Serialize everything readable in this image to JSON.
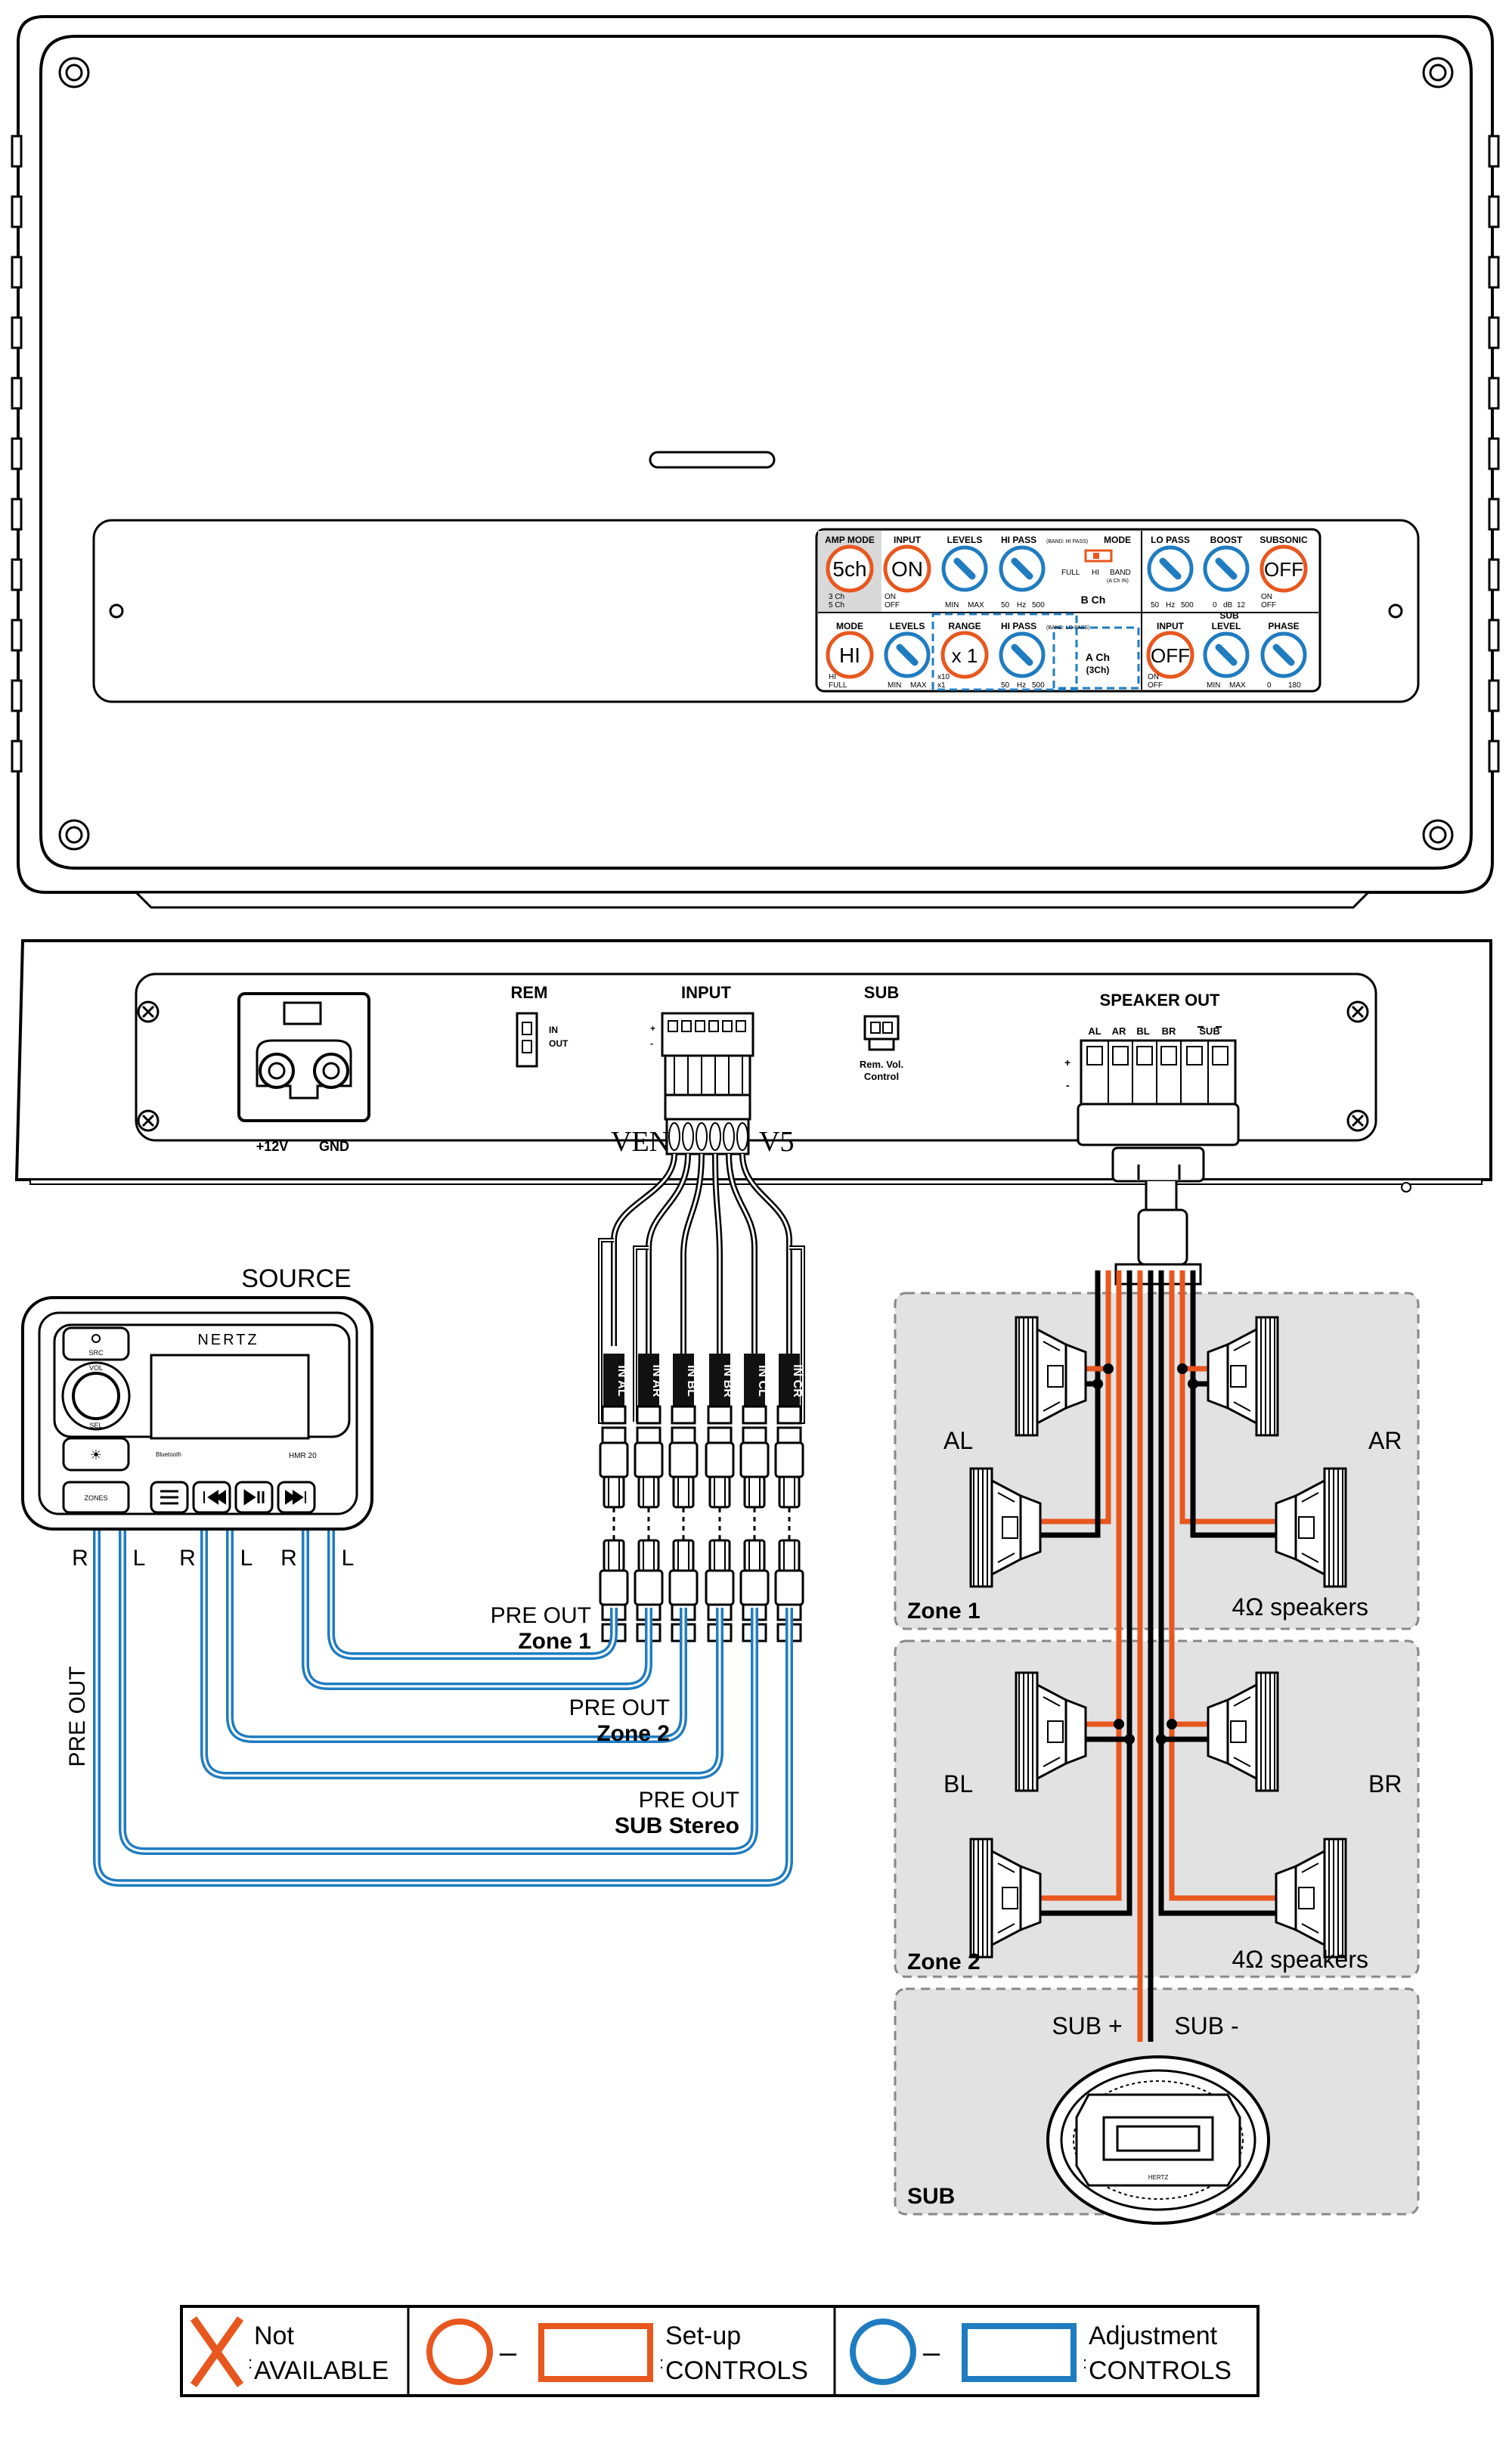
{
  "amp_panel": {
    "amp_mode": {
      "label": "AMP MODE",
      "value": "5ch",
      "opt1": "3 Ch",
      "opt2": "5 Ch"
    },
    "input": {
      "label": "INPUT",
      "value": "ON",
      "opt1": "ON",
      "opt2": "OFF"
    },
    "levels_b": {
      "label": "LEVELS",
      "min": "MIN",
      "max": "MAX"
    },
    "hipass_b": {
      "label": "HI PASS",
      "band": "(BAND: HI PASS)",
      "lo": "50",
      "unit": "Hz",
      "hi": "500"
    },
    "mode_b": {
      "label": "MODE",
      "full": "FULL",
      "hi": "HI",
      "band": "BAND",
      "note": "(A Ch IN)",
      "channel": "B Ch"
    },
    "lopass_sub": {
      "label": "LO PASS",
      "lo": "50",
      "unit": "Hz",
      "hi": "500"
    },
    "boost_sub": {
      "label": "BOOST",
      "lo": "0",
      "unit": "dB",
      "hi": "12"
    },
    "subsonic": {
      "label": "SUBSONIC",
      "value": "OFF",
      "opt1": "ON",
      "opt2": "OFF"
    },
    "sub_title": "SUB",
    "mode_a": {
      "label": "MODE",
      "value": "HI",
      "opt1": "HI",
      "opt2": "FULL"
    },
    "levels_a": {
      "label": "LEVELS",
      "min": "MIN",
      "max": "MAX"
    },
    "range_a": {
      "label": "RANGE",
      "value": "x 1",
      "opt1": "x10",
      "opt2": "x1"
    },
    "hipass_a": {
      "label": "HI PASS",
      "band": "(BAND: LO PASS)",
      "lo": "50",
      "unit": "Hz",
      "hi": "500"
    },
    "channel_a": {
      "line1": "A Ch",
      "line2": "(3Ch)"
    },
    "input_sub": {
      "label": "INPUT",
      "value": "OFF",
      "opt1": "ON",
      "opt2": "OFF"
    },
    "level_sub": {
      "label": "LEVEL",
      "min": "MIN",
      "max": "MAX"
    },
    "phase_sub": {
      "label": "PHASE",
      "lo": "0",
      "hi": "180"
    }
  },
  "amp_front": {
    "power_label_pos": "+12V",
    "power_label_gnd": "GND",
    "rem": {
      "title": "REM",
      "in": "IN",
      "out": "OUT"
    },
    "input": {
      "title": "INPUT",
      "plus": "+",
      "minus": "-"
    },
    "sub": {
      "title": "SUB",
      "line1": "Rem. Vol.",
      "line2": "Control"
    },
    "speaker_out": {
      "title": "SPEAKER OUT",
      "channels": [
        "AL",
        "AR",
        "BL",
        "BR",
        "SUB"
      ],
      "plus": "+",
      "minus": "-"
    },
    "brand_left": "VEN",
    "brand_right": "V5"
  },
  "source": {
    "title": "SOURCE",
    "brand": "NERTZ",
    "model": "HMR 20",
    "bluetooth": "Bluetooth",
    "buttons": {
      "src": "SRC",
      "vol": "VOL",
      "sel": "SEL",
      "zones": "ZONES"
    },
    "outputs": [
      "R",
      "L",
      "R",
      "L",
      "R",
      "L"
    ],
    "preout": "PRE OUT"
  },
  "cables": {
    "tags": [
      "IN AL",
      "IN AR",
      "IN BL",
      "IN BR",
      "IN CL",
      "IN CR"
    ],
    "label_zone1": {
      "line1": "PRE OUT",
      "line2": "Zone 1"
    },
    "label_zone2": {
      "line1": "PRE OUT",
      "line2": "Zone 2"
    },
    "label_sub": {
      "line1": "PRE OUT",
      "line2": "SUB Stereo"
    }
  },
  "zones": {
    "zone1": {
      "name": "Zone 1",
      "left": "AL",
      "right": "AR",
      "speakers": "4Ω speakers"
    },
    "zone2": {
      "name": "Zone 2",
      "left": "BL",
      "right": "BR",
      "speakers": "4Ω speakers"
    },
    "sub": {
      "name": "SUB",
      "plus": "SUB +",
      "minus": "SUB -",
      "brand": "HERTZ"
    }
  },
  "legend": {
    "not_available": {
      "line1": "Not",
      "line2": "AVAILABLE"
    },
    "setup": {
      "line1": "Set-up",
      "line2": "CONTROLS"
    },
    "adjust": {
      "line1": "Adjustment",
      "line2": "CONTROLS"
    },
    "dash": "–",
    "colon": ":",
    "x": "X"
  },
  "colors": {
    "setup": "#e8571e",
    "adjust": "#1f7cc1",
    "panel_bg": "#dcdcdc",
    "zone_bg": "#e2e2e2"
  }
}
